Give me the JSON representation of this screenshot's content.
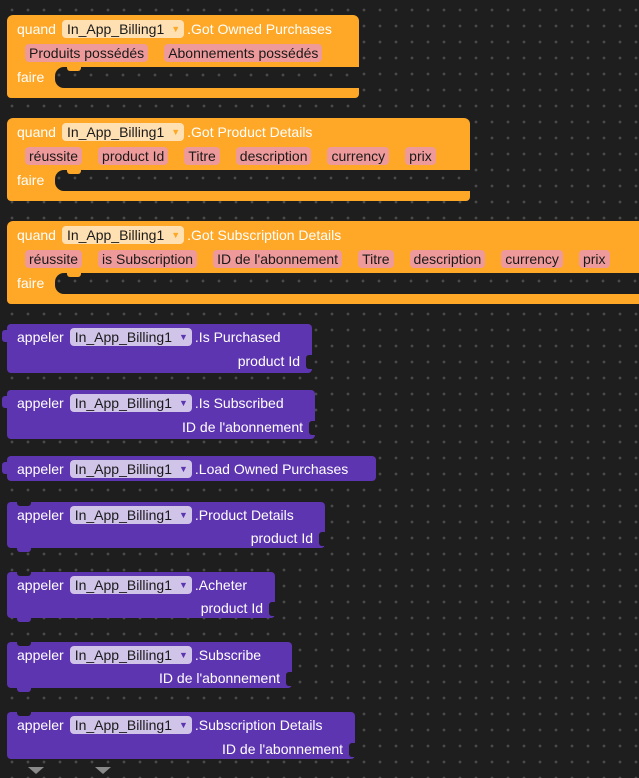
{
  "colors": {
    "workspace_bg": "#1e1e1e",
    "event_block": "#ffa726",
    "event_dropdown": "#ffe0b2",
    "param_chip": "#ef9a9a",
    "method_block": "#5e35b1",
    "method_dropdown": "#d1c4e9"
  },
  "events": [
    {
      "when_label": "quand",
      "component": "In_App_Billing1",
      "event_name": ".Got Owned Purchases",
      "params": [
        "Produits possédés",
        "Abonnements possédés"
      ],
      "do_label": "faire"
    },
    {
      "when_label": "quand",
      "component": "In_App_Billing1",
      "event_name": ".Got Product Details",
      "params": [
        "réussite",
        "product Id",
        "Titre",
        "description",
        "currency",
        "prix"
      ],
      "do_label": "faire"
    },
    {
      "when_label": "quand",
      "component": "In_App_Billing1",
      "event_name": ".Got Subscription Details",
      "params": [
        "réussite",
        "is Subscription",
        "ID de l'abonnement",
        "Titre",
        "description",
        "currency",
        "prix"
      ],
      "do_label": "faire"
    }
  ],
  "methods": [
    {
      "call_label": "appeler",
      "component": "In_App_Billing1",
      "method_name": ".Is Purchased",
      "arg": "product Id"
    },
    {
      "call_label": "appeler",
      "component": "In_App_Billing1",
      "method_name": ".Is Subscribed",
      "arg": "ID de l'abonnement"
    },
    {
      "call_label": "appeler",
      "component": "In_App_Billing1",
      "method_name": ".Load Owned Purchases"
    },
    {
      "call_label": "appeler",
      "component": "In_App_Billing1",
      "method_name": ".Product Details",
      "arg": "product Id"
    },
    {
      "call_label": "appeler",
      "component": "In_App_Billing1",
      "method_name": ".Acheter",
      "arg": "product Id"
    },
    {
      "call_label": "appeler",
      "component": "In_App_Billing1",
      "method_name": ".Subscribe",
      "arg": "ID de l'abonnement"
    },
    {
      "call_label": "appeler",
      "component": "In_App_Billing1",
      "method_name": ".Subscription Details",
      "arg": "ID de l'abonnement"
    }
  ],
  "icons": {
    "dropdown": "chevron-down-icon",
    "collapse": "triangle-down-icon"
  }
}
